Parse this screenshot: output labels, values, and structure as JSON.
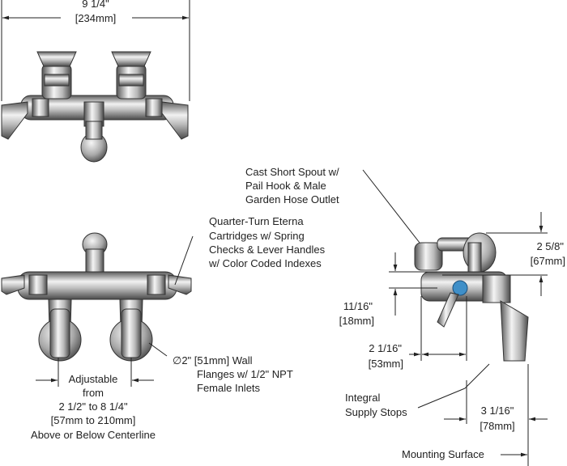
{
  "top_view": {
    "width_in": "9 1/4\"",
    "width_mm": "[234mm]"
  },
  "front_view": {
    "cartridge_note": [
      "Quarter-Turn Eterna",
      "Cartridges w/ Spring",
      "Checks & Lever Handles",
      "w/ Color Coded Indexes"
    ],
    "flange_note": [
      "∅2\" [51mm] Wall",
      "Flanges w/ 1/2\" NPT",
      "Female Inlets"
    ],
    "adjustable_note": [
      "Adjustable",
      "from",
      "2 1/2\" to 8 1/4\"",
      "[57mm to 210mm]",
      "Above or Below Centerline"
    ]
  },
  "side_view": {
    "spout_note": [
      "Cast Short Spout w/",
      "Pail Hook & Male",
      "Garden Hose Outlet"
    ],
    "height_in": "2 5/8\"",
    "height_mm": "[67mm]",
    "offset_in": "11/16\"",
    "offset_mm": "[18mm]",
    "depth_in": "2 1/16\"",
    "depth_mm": "[53mm]",
    "stop_note": [
      "Integral",
      "Supply Stops"
    ],
    "wall_in": "3 1/16\"",
    "wall_mm": "[78mm]",
    "mounting_label": "Mounting Surface"
  }
}
